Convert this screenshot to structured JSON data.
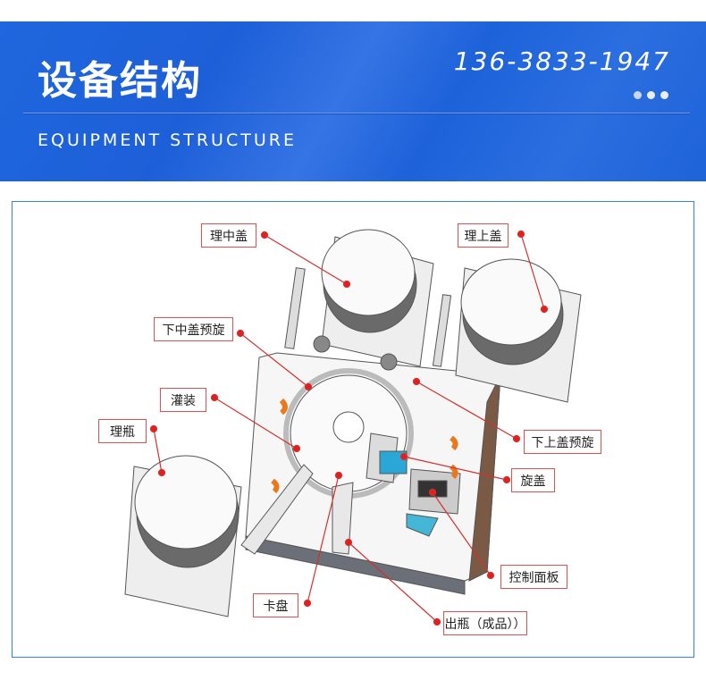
{
  "header": {
    "title": "设备结构",
    "phone": "136-3833-1947",
    "subtitle": "EQUIPMENT STRUCTURE"
  },
  "labels": {
    "middle_cap_sorting": "理中盖",
    "top_cap_sorting": "理上盖",
    "middle_cap_prespin": "下中盖预旋",
    "filling": "灌装",
    "bottle_sorting": "理瓶",
    "top_cap_prespin": "下上盖预旋",
    "capping": "旋盖",
    "control_panel": "控制面板",
    "chuck_plate": "卡盘",
    "bottle_output": "出瓶（成品））"
  },
  "colors": {
    "banner": "#1f67de",
    "label_border": "#d9534f",
    "leader": "#d62f2f",
    "frame": "#3b7fe0"
  }
}
